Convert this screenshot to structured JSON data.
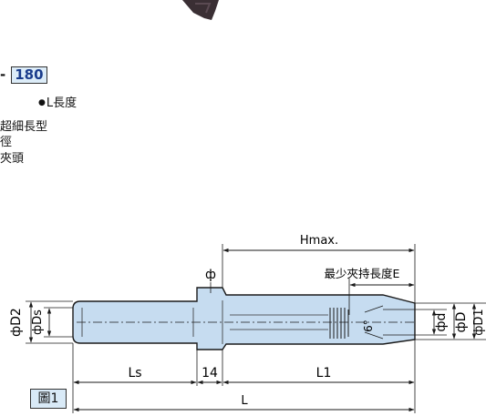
{
  "header": {
    "code_prefix": "-",
    "code_value": "180",
    "length_label": "L長度"
  },
  "descriptions": [
    "超細長型",
    "徑",
    "夾頭"
  ],
  "drawing": {
    "hmax": "Hmax.",
    "min_clamp": "最少夾持長度E",
    "phi_symbol": "ф",
    "phi_d2": "фD2",
    "phi_ds": "фDs",
    "phi_d": "фd",
    "phi_D": "фD",
    "phi_d1": "фD1",
    "angle": "6°",
    "ls": "Ls",
    "fourteen": "14",
    "l1": "L1",
    "l": "L"
  },
  "figure_label": "圖1",
  "colors": {
    "body_fill": "#c6dcf0",
    "outline": "#1a1a1a",
    "code_box": "#dcecf8",
    "tool_tip": "#3a2f34"
  }
}
